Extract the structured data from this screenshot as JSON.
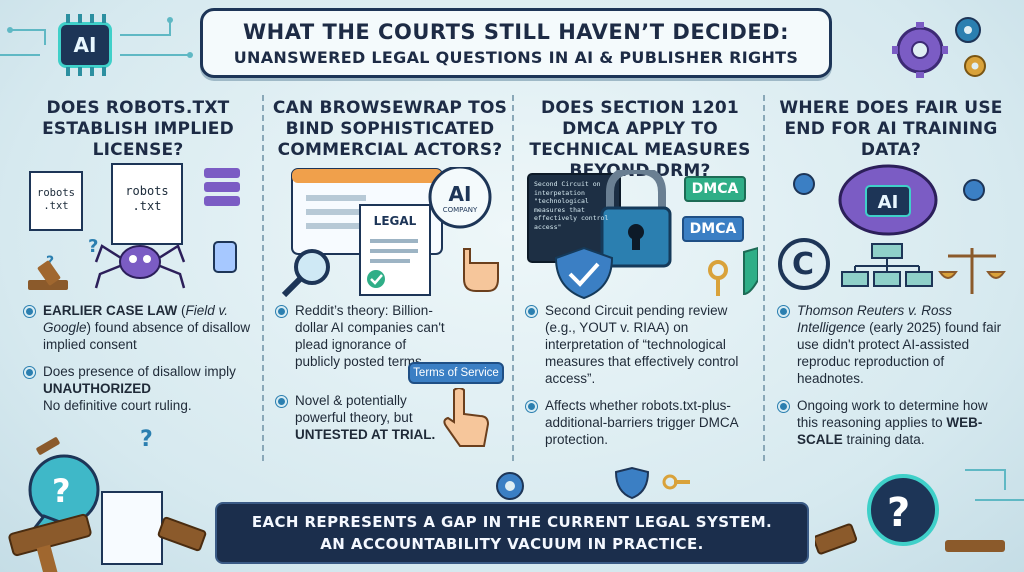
{
  "header": {
    "chip_label": "AI",
    "title_line1": "What the Courts Still Haven’t Decided:",
    "title_line2": "Unanswered Legal Questions in AI & Publisher Rights"
  },
  "columns": [
    {
      "title": "Does robots.txt establish implied license?",
      "doc_labels": [
        "robots .txt",
        "robots .txt"
      ],
      "bullets": [
        {
          "bold": "EARLIER CASE LAW",
          "pre": "",
          "italic": "Field v. Google",
          "post": " found absence of disallow implied consent",
          "open": " ("
        },
        {
          "pre": "Does presence of disallow imply ",
          "bold": "UNAUTHORIZED",
          "post": " No definitive court ruling."
        }
      ]
    },
    {
      "title": "Can browsewrap ToS bind sophisticated commercial actors?",
      "ai_badge": "AI",
      "ai_badge_sub": "COMPANY",
      "legal_label": "LEGAL",
      "tos_button": "Terms of Service",
      "bullets": [
        {
          "pre": "Reddit’s theory: Billion-dollar AI companies can't plead ignorance of publicly posted terms."
        },
        {
          "pre": "Novel & potentially powerful theory, but ",
          "bold": "UNTESTED AT TRIAL."
        }
      ]
    },
    {
      "title": "Does Section 1201 DMCA apply to technical measures beyond DRM?",
      "doc_text": "Second Circuit on interpetation \"technological measures that effectively control access\"",
      "dmca_tags": [
        "DMCA",
        "DMCA"
      ],
      "bullets": [
        {
          "pre": "Second Circuit pending review (e.g., YOUT v. RIAA) on interpretation of “technological measures that effectively control access”."
        },
        {
          "pre": "Affects whether robots.txt-plus-additional-barriers trigger DMCA protection."
        }
      ]
    },
    {
      "title": "Where does fair use end for AI training data?",
      "brain_label": "AI",
      "bullets": [
        {
          "italic": "Thomson Reuters v. Ross Intelligence",
          "pre": "",
          "post": " (early 2025) found fair use didn't protect AI-assisted reproduc reproduction of headnotes."
        },
        {
          "pre": "Ongoing work to determine how this reasoning applies to ",
          "bold": "WEB-SCALE",
          "post": " training data."
        }
      ]
    }
  ],
  "footer": {
    "line1": "Each represents a gap in the current legal system.",
    "line2": "An accountability vacuum in practice."
  },
  "colors": {
    "navy": "#1d3557",
    "teal": "#3fd0c9",
    "accent_blue": "#2b7fb0",
    "green": "#2fae87",
    "purple": "#7b5cc4"
  }
}
